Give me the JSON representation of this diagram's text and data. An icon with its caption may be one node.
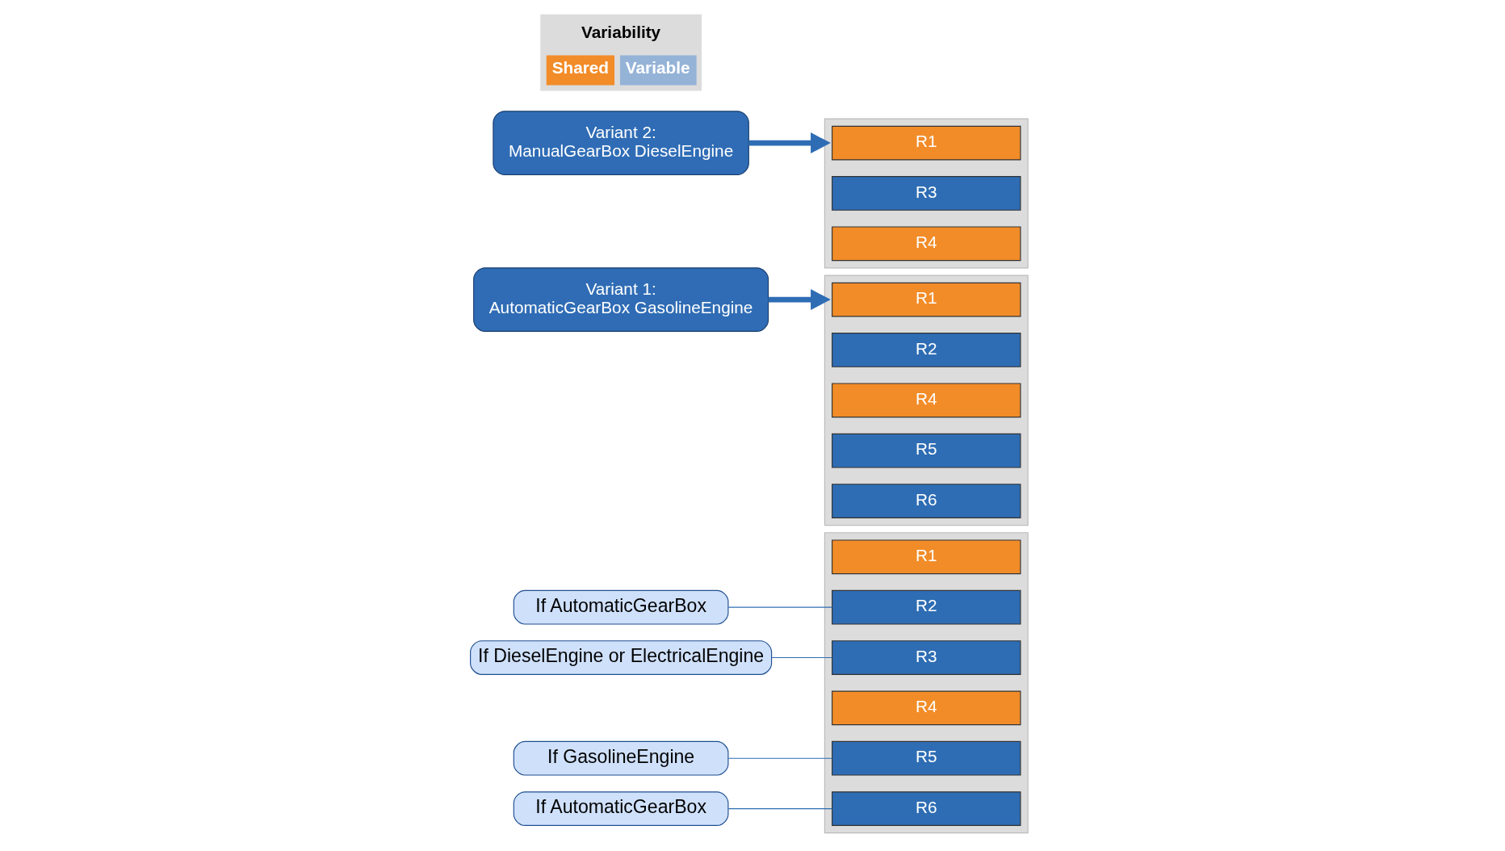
{
  "diagram": {
    "nodes": [
      {
        "text": [],
        "shape": "box"
      },
      {
        "text": [
          "R1"
        ],
        "in": 0
      },
      {
        "text": [
          "R2"
        ],
        "in": 0
      },
      {
        "text": [
          "R3"
        ],
        "in": 0
      },
      {
        "text": [
          "R4"
        ],
        "in": 0
      },
      {
        "text": [
          "R5"
        ],
        "in": 0
      },
      {
        "text": [
          "R6"
        ],
        "in": 0
      },
      {
        "text": [
          "If AutomaticGearBox"
        ]
      },
      {
        "text": [
          "If DieselEngine or ElectricalEngine"
        ]
      },
      {
        "text": [
          "If GasolineEngine"
        ]
      },
      {
        "text": [
          "If AutomaticGearBox"
        ]
      },
      {
        "text": [
          "Variant 1:",
          "AutomaticGearBox GasolineEngine"
        ]
      },
      {
        "text": [
          "Variant 2:",
          "ManualGearBox DieselEngine"
        ]
      },
      {
        "text": [],
        "shape": "box"
      },
      {
        "text": [
          "R1"
        ],
        "in": 13
      },
      {
        "text": [
          "R2"
        ],
        "in": 13
      },
      {
        "text": [
          "R4"
        ],
        "in": 13
      },
      {
        "text": [
          "R5"
        ],
        "in": 13
      },
      {
        "text": [
          "R6"
        ],
        "in": 13
      },
      {
        "text": [],
        "shape": "box"
      },
      {
        "text": [
          "R1"
        ],
        "in": 19
      },
      {
        "text": [
          "R3"
        ],
        "in": 19
      },
      {
        "text": [
          "R4"
        ],
        "in": 19
      }
    ],
    "edges": [
      {
        "from": 7,
        "to": 2,
        "arrow": "none"
      },
      {
        "from": 8,
        "to": 3,
        "arrow": "none"
      },
      {
        "from": 9,
        "to": 5,
        "arrow": "none"
      },
      {
        "from": 10,
        "to": 6,
        "arrow": "none"
      },
      {
        "from": 11,
        "to": 13,
        "arrow": "to",
        "style": "thick"
      },
      {
        "from": 12,
        "to": 19,
        "arrow": "to",
        "style": "thick"
      }
    ],
    "labels": [
      "Variability"
    ],
    "legend": [
      {
        "text": "Shared",
        "color": "#f28c28"
      },
      {
        "text": "Variable",
        "color": "#95b3d7"
      }
    ]
  }
}
